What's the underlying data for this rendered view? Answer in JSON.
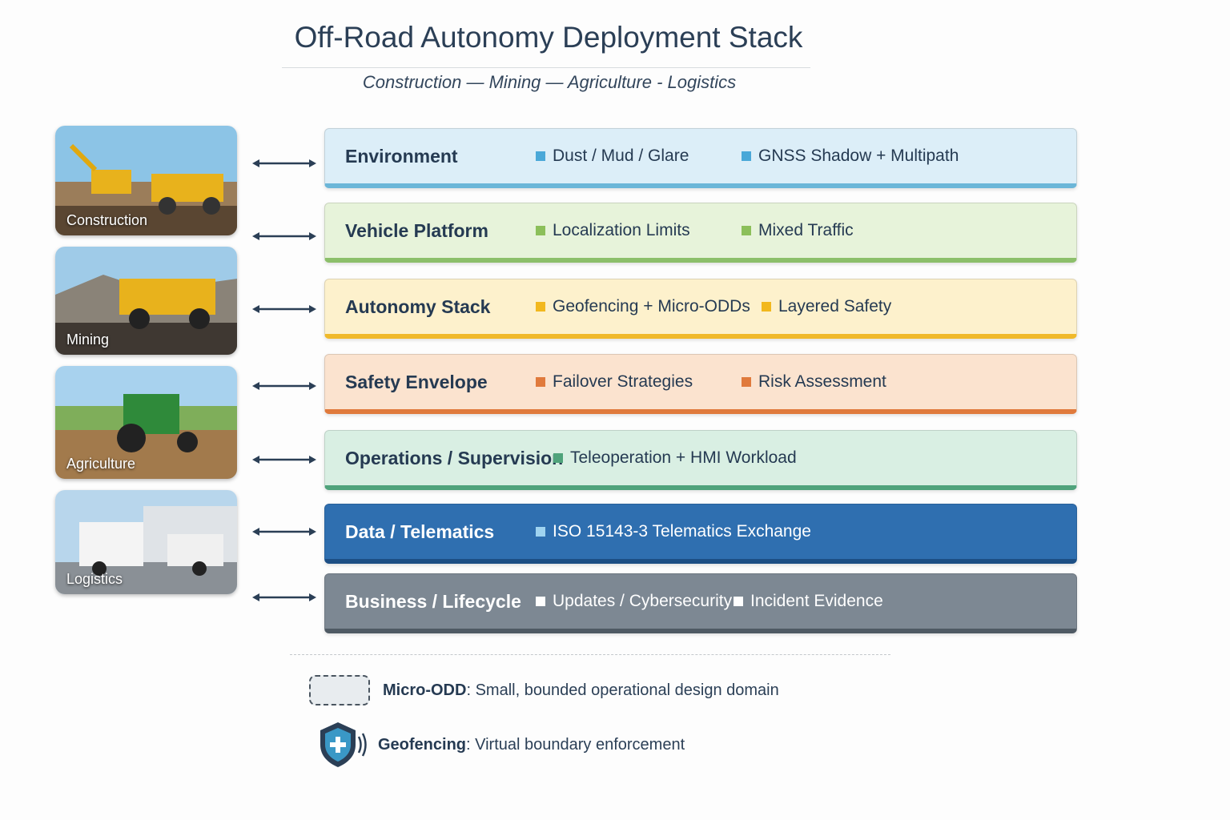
{
  "title": "Off-Road Autonomy Deployment Stack",
  "subtitle": "Construction — Mining — Agriculture - Logistics",
  "domains": [
    {
      "label": "Construction"
    },
    {
      "label": "Mining"
    },
    {
      "label": "Agriculture"
    },
    {
      "label": "Logistics"
    }
  ],
  "layers": [
    {
      "name": "Environment",
      "items": [
        "Dust / Mud / Glare",
        "GNSS Shadow + Multipath"
      ],
      "bg": "#dceef8",
      "border": "#6bb6d8",
      "square": "#4aa8d8",
      "text": "#253a52"
    },
    {
      "name": "Vehicle Platform",
      "items": [
        "Localization Limits",
        "Mixed Traffic"
      ],
      "bg": "#e7f3da",
      "border": "#8cbf6a",
      "square": "#8cbf5a",
      "text": "#253a52"
    },
    {
      "name": "Autonomy Stack",
      "items": [
        "Geofencing + Micro-ODDs",
        "Layered Safety"
      ],
      "bg": "#fdf1cc",
      "border": "#f0b92a",
      "square": "#f2b81e",
      "text": "#253a52"
    },
    {
      "name": "Safety Envelope",
      "items": [
        "Failover Strategies",
        "Risk Assessment"
      ],
      "bg": "#fbe3cf",
      "border": "#e07a3c",
      "square": "#e07a3c",
      "text": "#253a52"
    },
    {
      "name": "Operations / Supervision",
      "items": [
        "Teleoperation + HMI Workload"
      ],
      "bg": "#d9efe3",
      "border": "#4fa37b",
      "square": "#4fa37b",
      "text": "#253a52"
    },
    {
      "name": "Data / Telematics",
      "items": [
        "ISO 15143-3 Telematics Exchange"
      ],
      "bg": "#2f6fb0",
      "border": "#1d4f85",
      "square": "#9fd3f0",
      "text": "#ffffff"
    },
    {
      "name": "Business / Lifecycle",
      "items": [
        "Updates / Cybersecurity",
        "Incident Evidence"
      ],
      "bg": "#7d8893",
      "border": "#4f5a64",
      "square": "#ffffff",
      "text": "#ffffff"
    }
  ],
  "legend": [
    {
      "term": "Micro-ODD",
      "desc": ": Small, bounded operational design domain"
    },
    {
      "term": "Geofencing",
      "desc": ": Virtual boundary enforcement"
    }
  ]
}
